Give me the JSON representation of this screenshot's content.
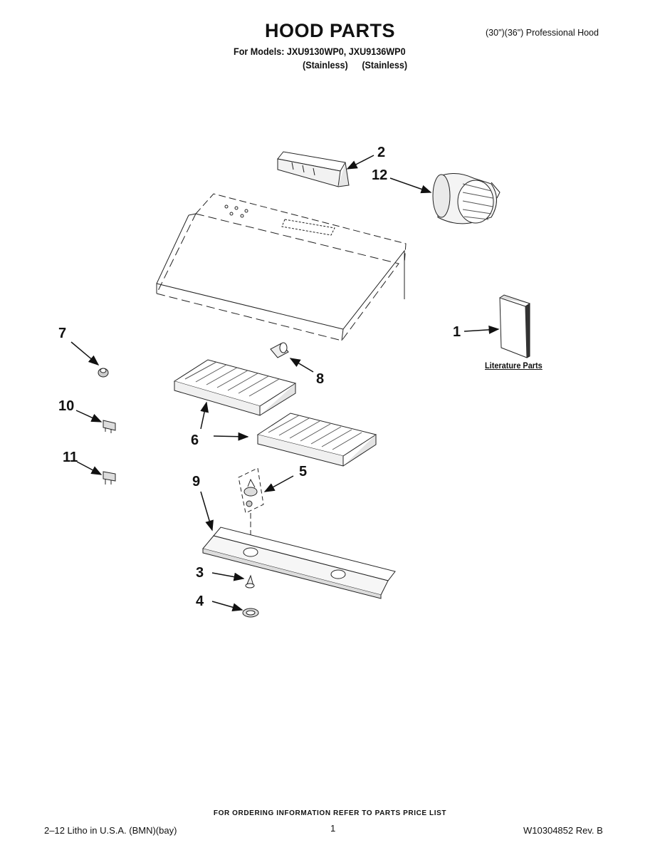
{
  "header": {
    "title": "HOOD PARTS",
    "models_line": "For Models: JXU9130WP0, JXU9136WP0",
    "finish_1": "(Stainless)",
    "finish_2": "(Stainless)",
    "variant": "(30\")(36\") Professional Hood"
  },
  "callouts": {
    "c1": "1",
    "c2": "2",
    "c3": "3",
    "c4": "4",
    "c5": "5",
    "c6": "6",
    "c7": "7",
    "c8": "8",
    "c9": "9",
    "c10": "10",
    "c11": "11",
    "c12": "12"
  },
  "literature_label": "Literature Parts",
  "footer": {
    "ordering_note": "FOR ORDERING INFORMATION REFER TO PARTS PRICE LIST",
    "litho": "2–12 Litho in U.S.A. (BMN)(bay)",
    "page_number": "1",
    "doc_number": "W10304852 Rev. B"
  }
}
